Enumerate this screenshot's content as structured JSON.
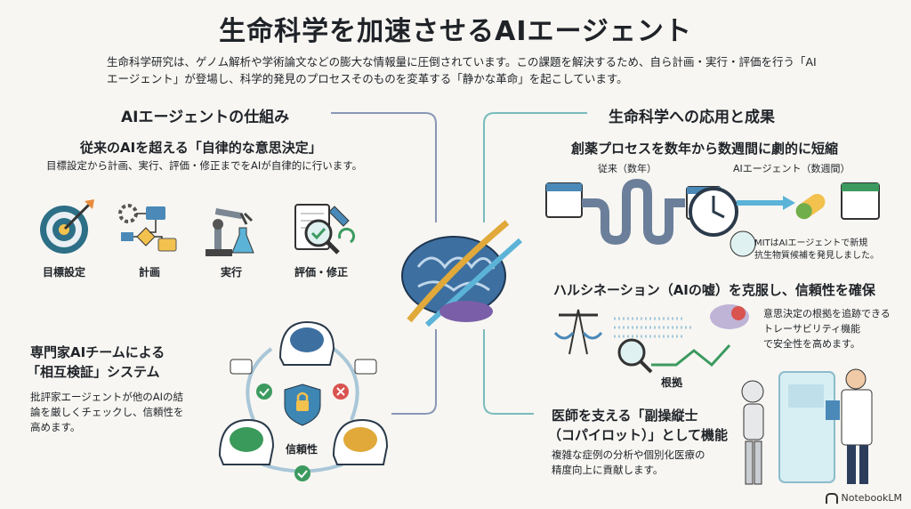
{
  "title": "生命科学を加速させるAIエージェント",
  "intro": "生命科学研究は、ゲノム解析や学術論文などの膨大な情報量に圧倒されています。この課題を解決するため、自ら計画・実行・評価を行う「AIエージェント」が登場し、科学的発見のプロセスそのものを変革する「静かな革命」を起こしています。",
  "left": {
    "section_title": "AIエージェントの仕組み",
    "autonomy": {
      "title": "従来のAIを超える「自律的な意思決定」",
      "desc": "目標設定から計画、実行、評価・修正までをAIが自律的に行います。",
      "steps": [
        "目標設定",
        "計画",
        "実行",
        "評価・修正"
      ]
    },
    "team": {
      "title_line1": "専門家AIチームによる",
      "title_line2": "「相互検証」システム",
      "desc_line1": "批評家エージェントが他のAIの結",
      "desc_line2": "論を厳しくチェックし、信頼性を",
      "desc_line3": "高めます。",
      "center_label": "信頼性"
    }
  },
  "right": {
    "section_title": "生命科学への応用と成果",
    "drug": {
      "title": "創薬プロセスを数年から数週間に劇的に短縮",
      "label_old": "従来（数年）",
      "label_ai": "AIエージェント（数週間）",
      "note_line1": "MITはAIエージェントで新規",
      "note_line2": "抗生物質候補を発見しました。"
    },
    "hallucination": {
      "title": "ハルシネーション（AIの嘘）を克服し、信頼性を確保",
      "desc_line1": "意思決定の根拠を追跡できる",
      "desc_line2": "トレーサビリティ機能",
      "desc_line3": "で安全性を高めます。",
      "evidence_label": "根拠"
    },
    "copilot": {
      "title_line1": "医師を支える「副操縦士",
      "title_line2": "（コパイロット）」として機能",
      "desc_line1": "複雑な症例の分析や個別化医療の",
      "desc_line2": "精度向上に貢献します。"
    }
  },
  "footer": "NotebookLM"
}
